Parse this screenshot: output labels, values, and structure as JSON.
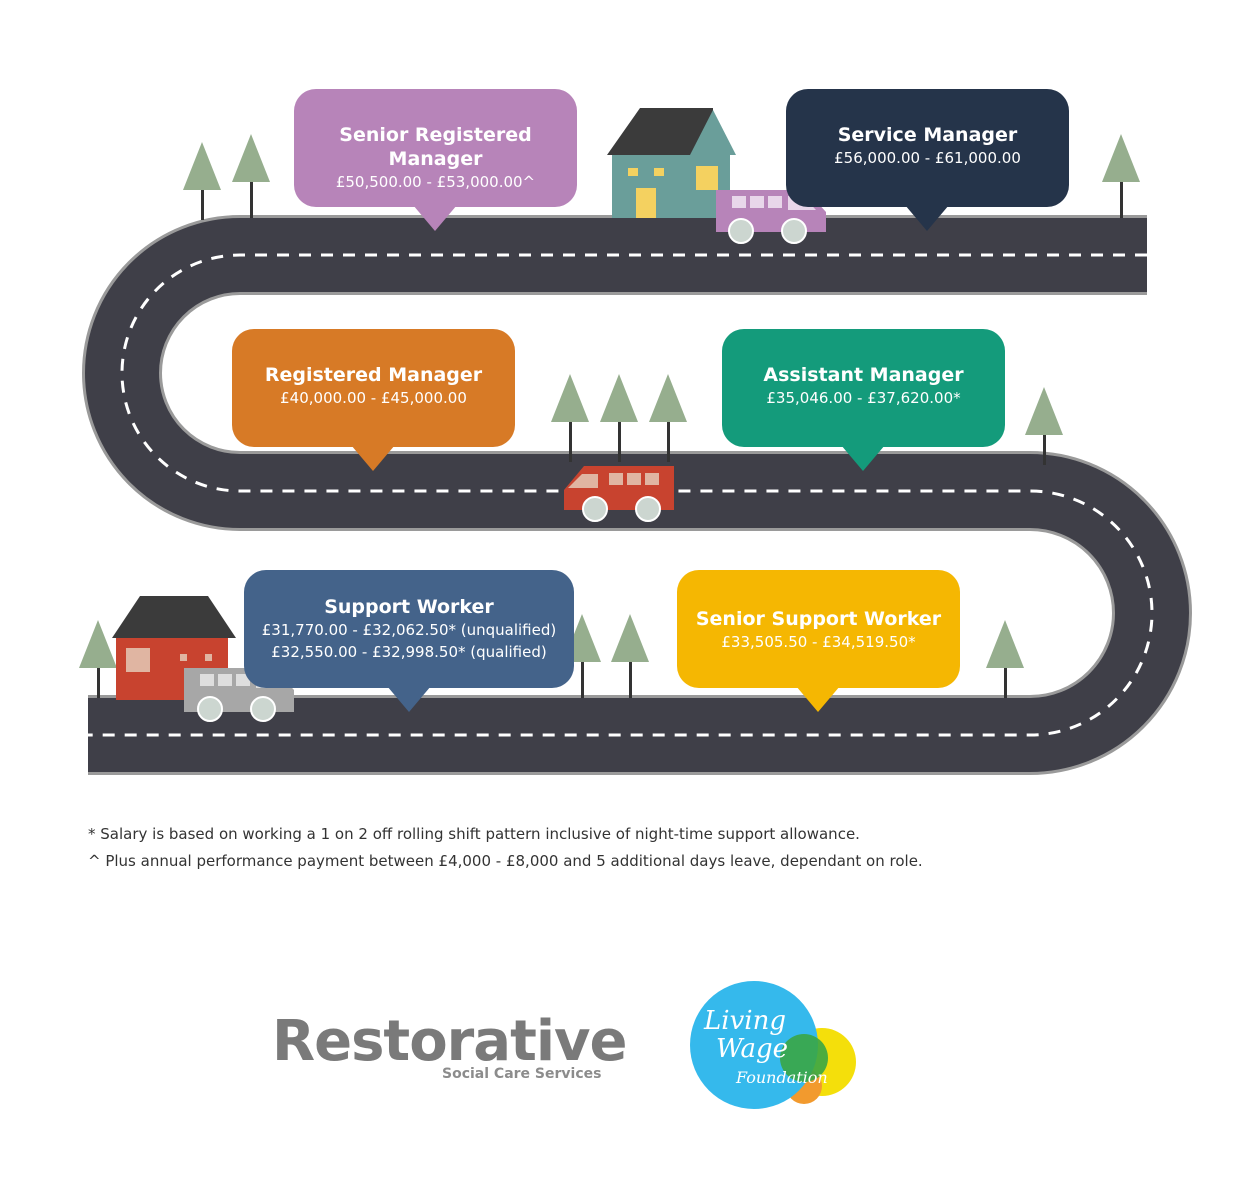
{
  "roles": [
    {
      "title": "Senior Registered Manager",
      "range": "£50,500.00 - £53,000.00^",
      "color": "#b784b9"
    },
    {
      "title": "Service Manager",
      "range": "£56,000.00 - £61,000.00",
      "color": "#25344a"
    },
    {
      "title": "Registered Manager",
      "range": "£40,000.00 - £45,000.00",
      "color": "#d77a26"
    },
    {
      "title": "Assistant Manager",
      "range": "£35,046.00 - £37,620.00*",
      "color": "#149b7b"
    },
    {
      "title": "Support Worker",
      "range_unqualified": "£31,770.00 - £32,062.50* (unqualified)",
      "range_qualified": "£32,550.00 - £32,998.50* (qualified)",
      "color": "#44638a"
    },
    {
      "title": "Senior Support Worker",
      "range": "£33,505.50 - £34,519.50*",
      "color": "#f5b702"
    }
  ],
  "footnotes": {
    "asterisk": "* Salary is based on working a 1 on 2 off rolling shift pattern inclusive of night-time support allowance.",
    "caret": "^ Plus annual performance payment between £4,000 - £8,000 and 5 additional days leave, dependant on role."
  },
  "logos": {
    "restorative": {
      "word": "Restorative",
      "tagline": "Social Care Services"
    },
    "living_wage": {
      "line1": "Living",
      "line2": "Wage",
      "line3": "Foundation"
    }
  },
  "colors": {
    "road": "#3f3f48",
    "road_edge": "#9a9a9a",
    "tree": "#96ae8e",
    "van_purple": "#b784b9",
    "van_red": "#c8432f",
    "van_grey": "#a7a7a7",
    "house_teal": "#6a9e9a",
    "house_red": "#c8432f"
  }
}
